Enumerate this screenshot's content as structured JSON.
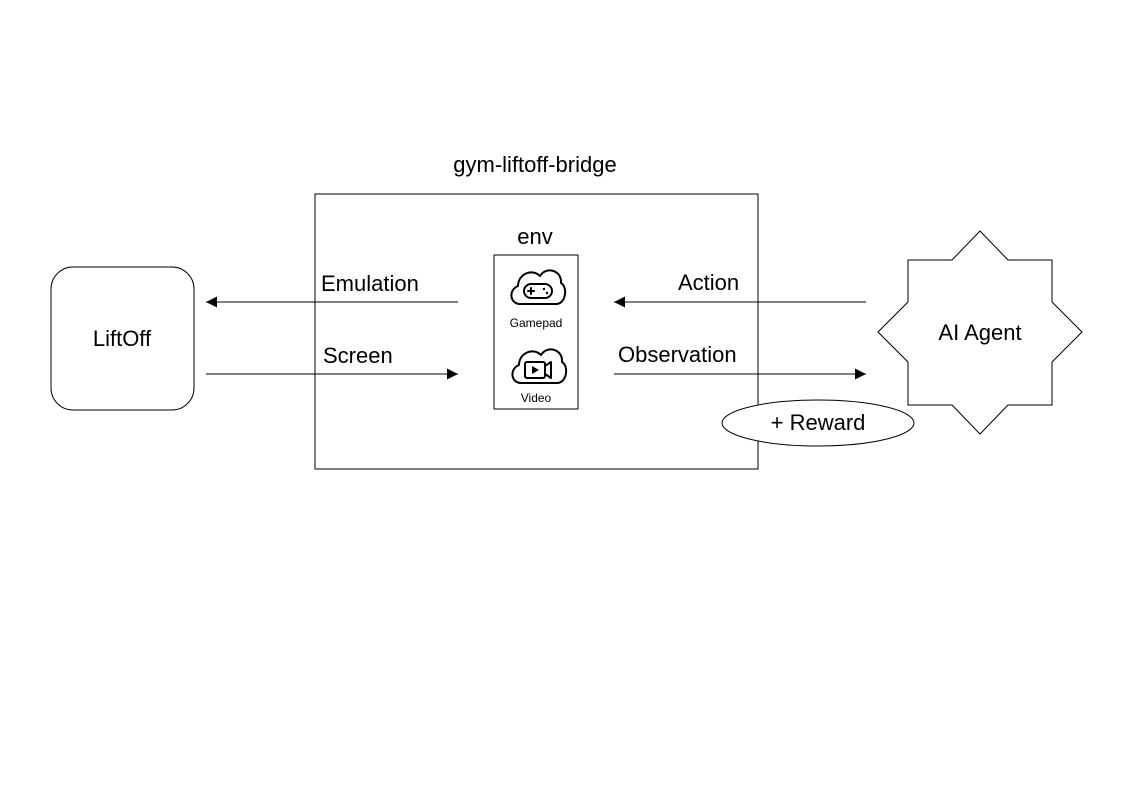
{
  "bridge": {
    "title": "gym-liftoff-bridge"
  },
  "env": {
    "title": "env",
    "gamepad_label": "Gamepad",
    "video_label": "Video"
  },
  "liftoff": {
    "label": "LiftOff"
  },
  "agent": {
    "label": "AI Agent"
  },
  "arrows": {
    "emulation": "Emulation",
    "screen": "Screen",
    "action": "Action",
    "observation": "Observation"
  },
  "reward": {
    "label": "+ Reward"
  },
  "icons": {
    "gamepad": "cloud-gamepad-icon",
    "video": "cloud-video-icon"
  },
  "colors": {
    "stroke": "#000000",
    "background": "#ffffff"
  }
}
